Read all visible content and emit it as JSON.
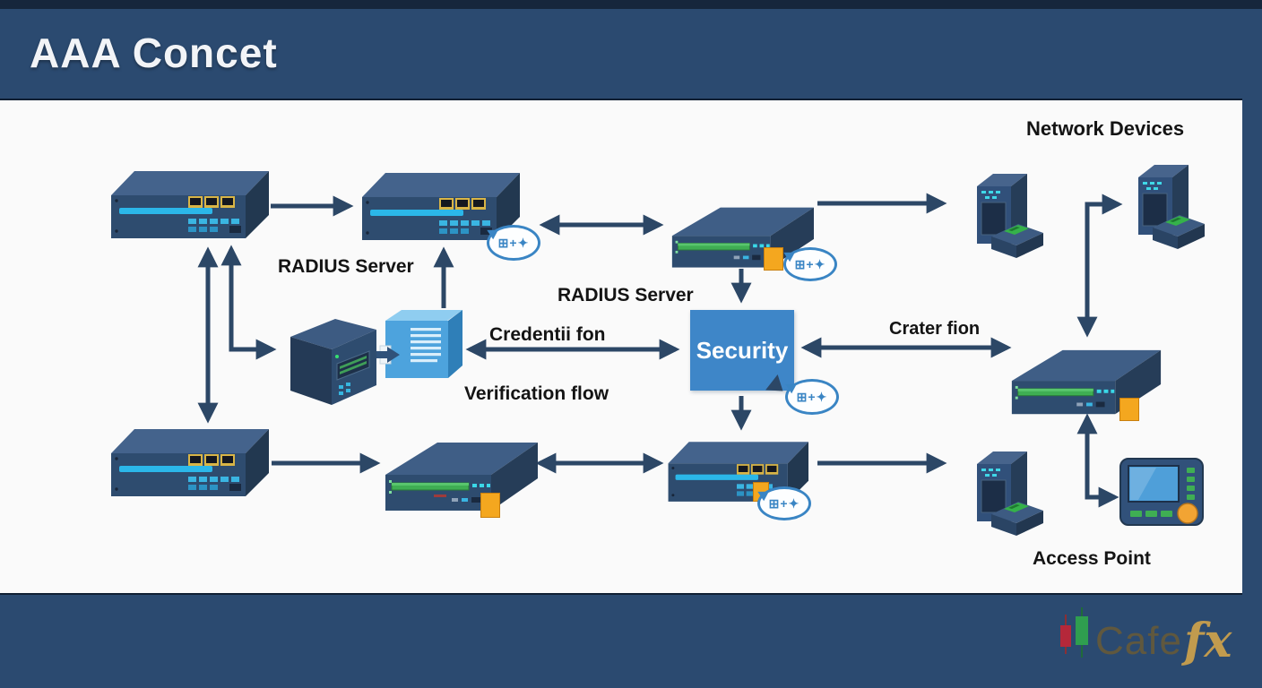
{
  "title": "AAA Concet",
  "labels": {
    "network_devices": "Network Devices",
    "radius_server_top": "RADIUS Server",
    "radius_server_mid": "RADIUS Server",
    "credential_flow": "Credentii fon",
    "verification_flow": "Verification flow",
    "charter_flow": "Crater fion",
    "access_point": "Access Point",
    "security": "Security"
  },
  "badge_glyph": "⊞+✦",
  "watermark": {
    "brand": "Cafe",
    "suffix": "fx"
  },
  "colors": {
    "banner_navy": "#2b4a70",
    "canvas_white": "#fafafa",
    "arrow_navy": "#2c4766",
    "security_blue": "#3e86c8",
    "stripe_cyan": "#2bb7e9",
    "stripe_green": "#3fae53",
    "port_yellow": "#d9b546",
    "tab_orange": "#f4a71f",
    "badge_blue": "#3a85c4",
    "watermark_gold": "#c19b4e"
  },
  "diagram": {
    "nodes": [
      {
        "id": "switch-top-left",
        "kind": "network switch"
      },
      {
        "id": "switch-top-center",
        "kind": "network switch"
      },
      {
        "id": "appliance-top-right",
        "kind": "rack appliance"
      },
      {
        "id": "radius-server-tower",
        "kind": "server tower"
      },
      {
        "id": "credential-document",
        "kind": "document box"
      },
      {
        "id": "security-box",
        "kind": "process box",
        "label": "Security"
      },
      {
        "id": "switch-bottom-left",
        "kind": "network switch"
      },
      {
        "id": "appliance-bottom-center",
        "kind": "rack appliance"
      },
      {
        "id": "switch-bottom-right",
        "kind": "network switch"
      },
      {
        "id": "terminal-top-1",
        "kind": "card terminal"
      },
      {
        "id": "terminal-top-2",
        "kind": "card terminal"
      },
      {
        "id": "appliance-right",
        "kind": "rack appliance"
      },
      {
        "id": "terminal-bottom",
        "kind": "card terminal"
      },
      {
        "id": "control-panel",
        "kind": "display panel"
      }
    ]
  }
}
